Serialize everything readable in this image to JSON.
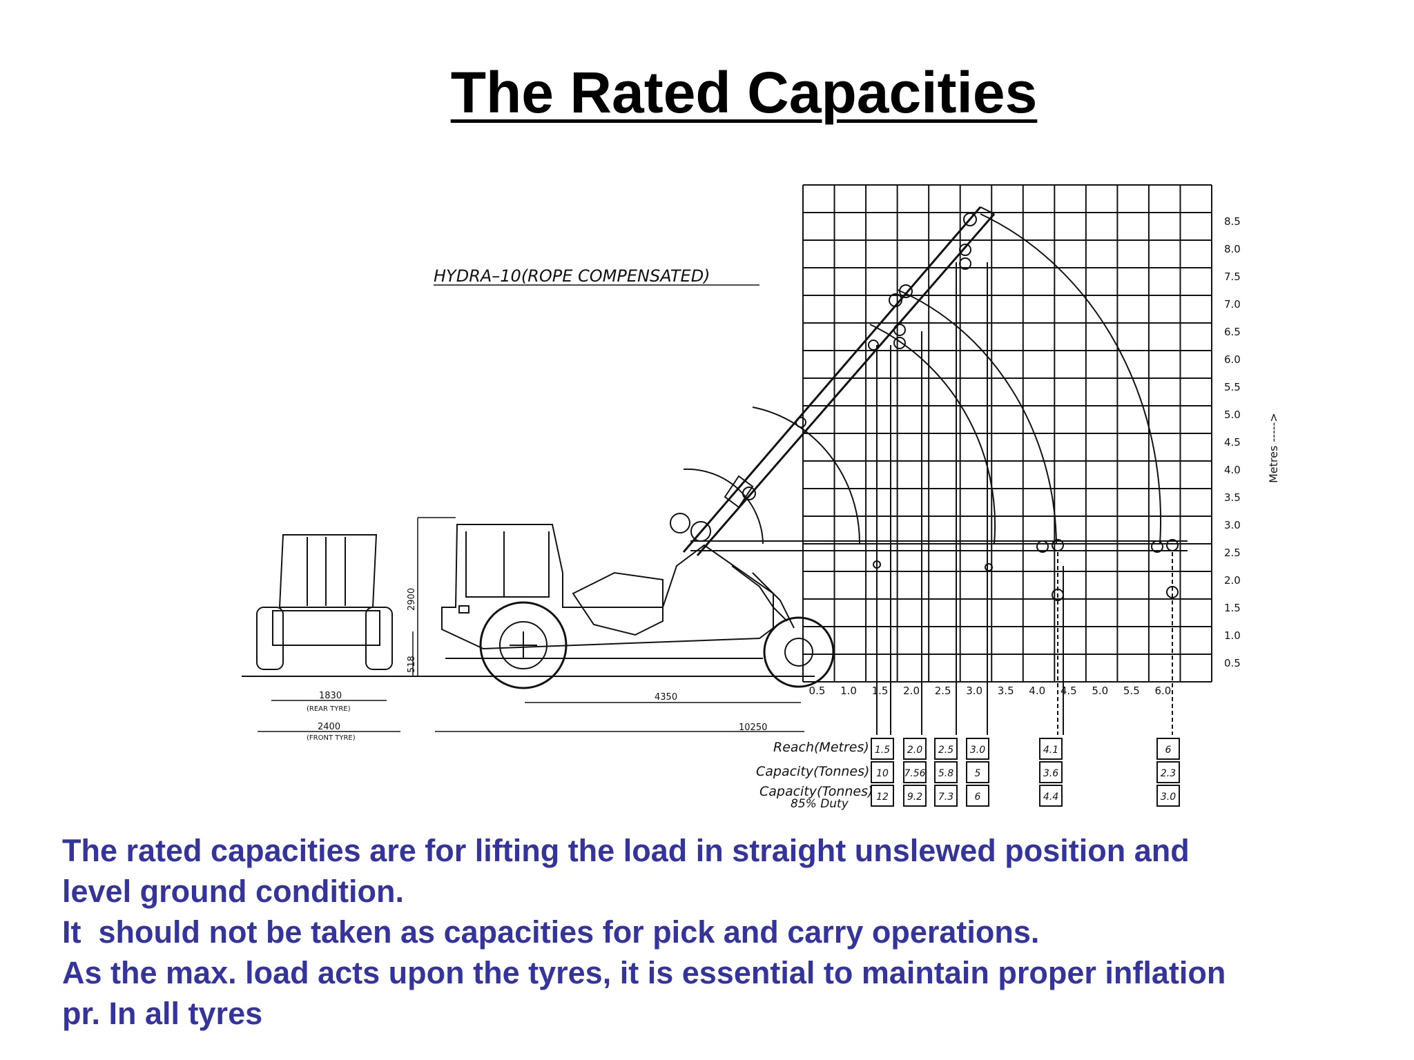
{
  "title": "The Rated Capacities",
  "diagram": {
    "model_label": "HYDRA–10(ROPE  COMPENSATED)",
    "vertical_unit": "Metres ----->",
    "height_ticks": [
      "0.5",
      "1.0",
      "1.5",
      "2.0",
      "2.5",
      "3.0",
      "3.5",
      "4.0",
      "4.5",
      "5.0",
      "5.5",
      "6.0",
      "6.5",
      "7.0",
      "7.5",
      "8.0",
      "8.5"
    ],
    "reach_ticks": [
      "0.5",
      "1.0",
      "1.5",
      "2.0",
      "2.5",
      "3.0",
      "3.5",
      "4.0",
      "4.5",
      "5.0",
      "5.5",
      "6.0"
    ],
    "dimensions": {
      "rear_tyre_width": "1830",
      "rear_tyre_label": "(REAR TYRE)",
      "front_tyre_width": "2400",
      "front_tyre_label": "(FRONT TYRE)",
      "height": "2900",
      "ground_clearance": "518",
      "wheelbase": "4350",
      "overall_length": "10250"
    },
    "table": {
      "row_labels": [
        "Reach(Metres)",
        "Capacity(Tonnes)",
        "Capacity(Tonnes)",
        "85% Duty"
      ],
      "reach": [
        "1.5",
        "2.0",
        "2.5",
        "3.0",
        "4.1",
        "6"
      ],
      "capacity": [
        "10",
        "7.56",
        "5.8",
        "5",
        "3.6",
        "2.3"
      ],
      "capacity_85_duty": [
        "12",
        "9.2",
        "7.3",
        "6",
        "4.4",
        "3.0"
      ]
    },
    "line_color": "#111111"
  },
  "caption": {
    "lines": [
      "The rated capacities are for lifting the load in straight unslewed position and",
      "level ground condition.",
      "It  should not be taken as capacities for pick and carry operations.",
      "As the max. load acts upon the tyres, it is essential to maintain proper inflation",
      "pr. In all tyres"
    ],
    "color": "#34349c"
  }
}
